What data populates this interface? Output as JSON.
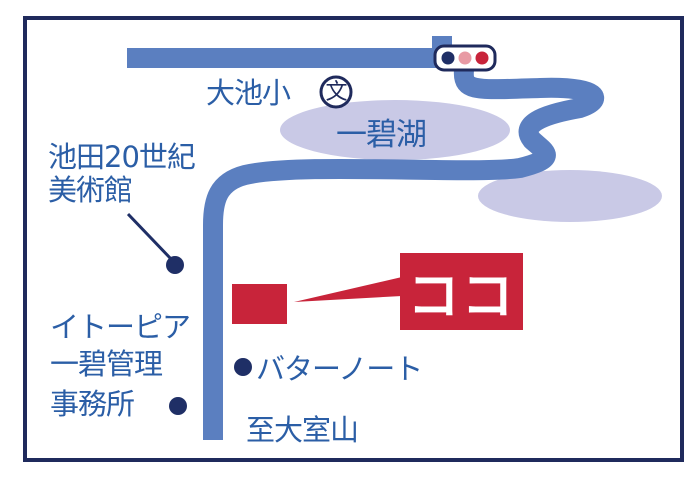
{
  "map": {
    "labels": {
      "school": "大池小",
      "school_symbol": "文",
      "lake": "一碧湖",
      "museum_line1": "池田20世紀",
      "museum_line2": "美術館",
      "office_line1": "イトーピア",
      "office_line2": "一碧管理",
      "office_line3": "事務所",
      "butter_note": "バターノート",
      "direction": "至大室山",
      "here": "ココ"
    },
    "icons": [
      "traffic-signal-icon",
      "school-icon",
      "poi-dot-icon",
      "here-marker-icon"
    ],
    "colors": {
      "frame": "#1f2a5c",
      "road": "#5b7fc0",
      "lake": "#c9c9e6",
      "text": "#2b5ea6",
      "marker": "#c8243a",
      "dot": "#1f2f66"
    }
  }
}
